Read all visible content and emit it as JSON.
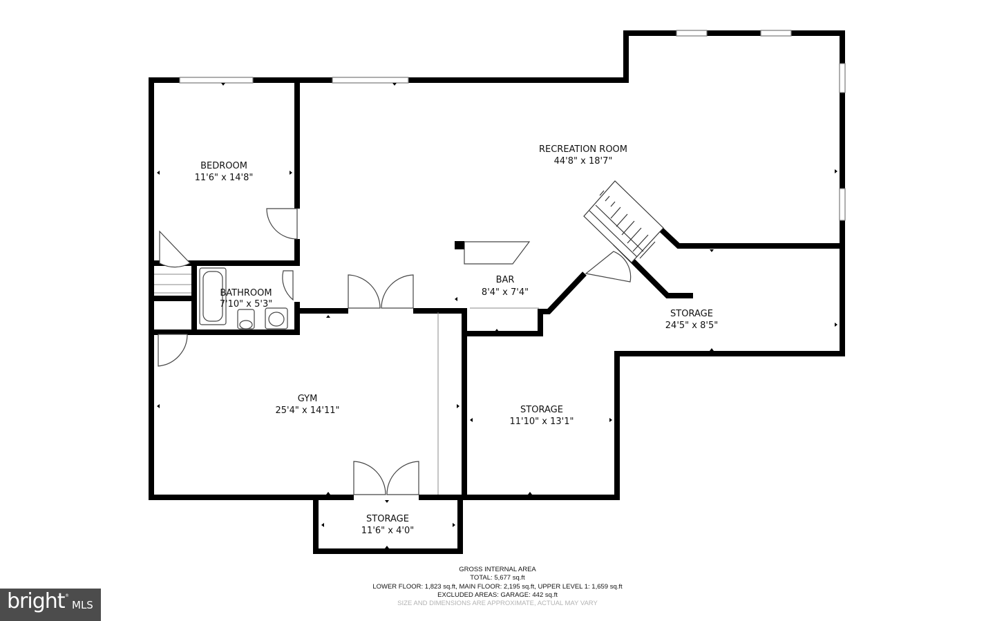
{
  "rooms": {
    "bedroom": {
      "name": "BEDROOM",
      "dims": "11'6\" x 14'8\""
    },
    "recreation": {
      "name": "RECREATION ROOM",
      "dims": "44'8\" x 18'7\""
    },
    "bathroom": {
      "name": "BATHROOM",
      "dims": "7'10\" x 5'3\""
    },
    "bar": {
      "name": "BAR",
      "dims": "8'4\" x 7'4\""
    },
    "storage_right": {
      "name": "STORAGE",
      "dims": "24'5\" x 8'5\""
    },
    "gym": {
      "name": "GYM",
      "dims": "25'4\" x 14'11\""
    },
    "storage_mid": {
      "name": "STORAGE",
      "dims": "11'10\" x 13'1\""
    },
    "storage_bottom": {
      "name": "STORAGE",
      "dims": "11'6\" x 4'0\""
    }
  },
  "summary": {
    "title": "GROSS INTERNAL AREA",
    "total": "TOTAL: 5,677 sq.ft",
    "floors": "LOWER FLOOR: 1,823 sq.ft, MAIN FLOOR: 2,195 sq.ft, UPPER LEVEL 1: 1,659 sq.ft",
    "excluded": "EXCLUDED AREAS: GARAGE: 442 sq.ft",
    "note": "SIZE AND DIMENSIONS ARE APPROXIMATE, ACTUAL MAY VARY"
  },
  "logo": {
    "brand": "bright",
    "mls": "MLS",
    "reg": "®"
  },
  "colors": {
    "wall": "#000000",
    "window": "#777777",
    "background": "#ffffff",
    "logo_bg": "#4c4c4c"
  }
}
